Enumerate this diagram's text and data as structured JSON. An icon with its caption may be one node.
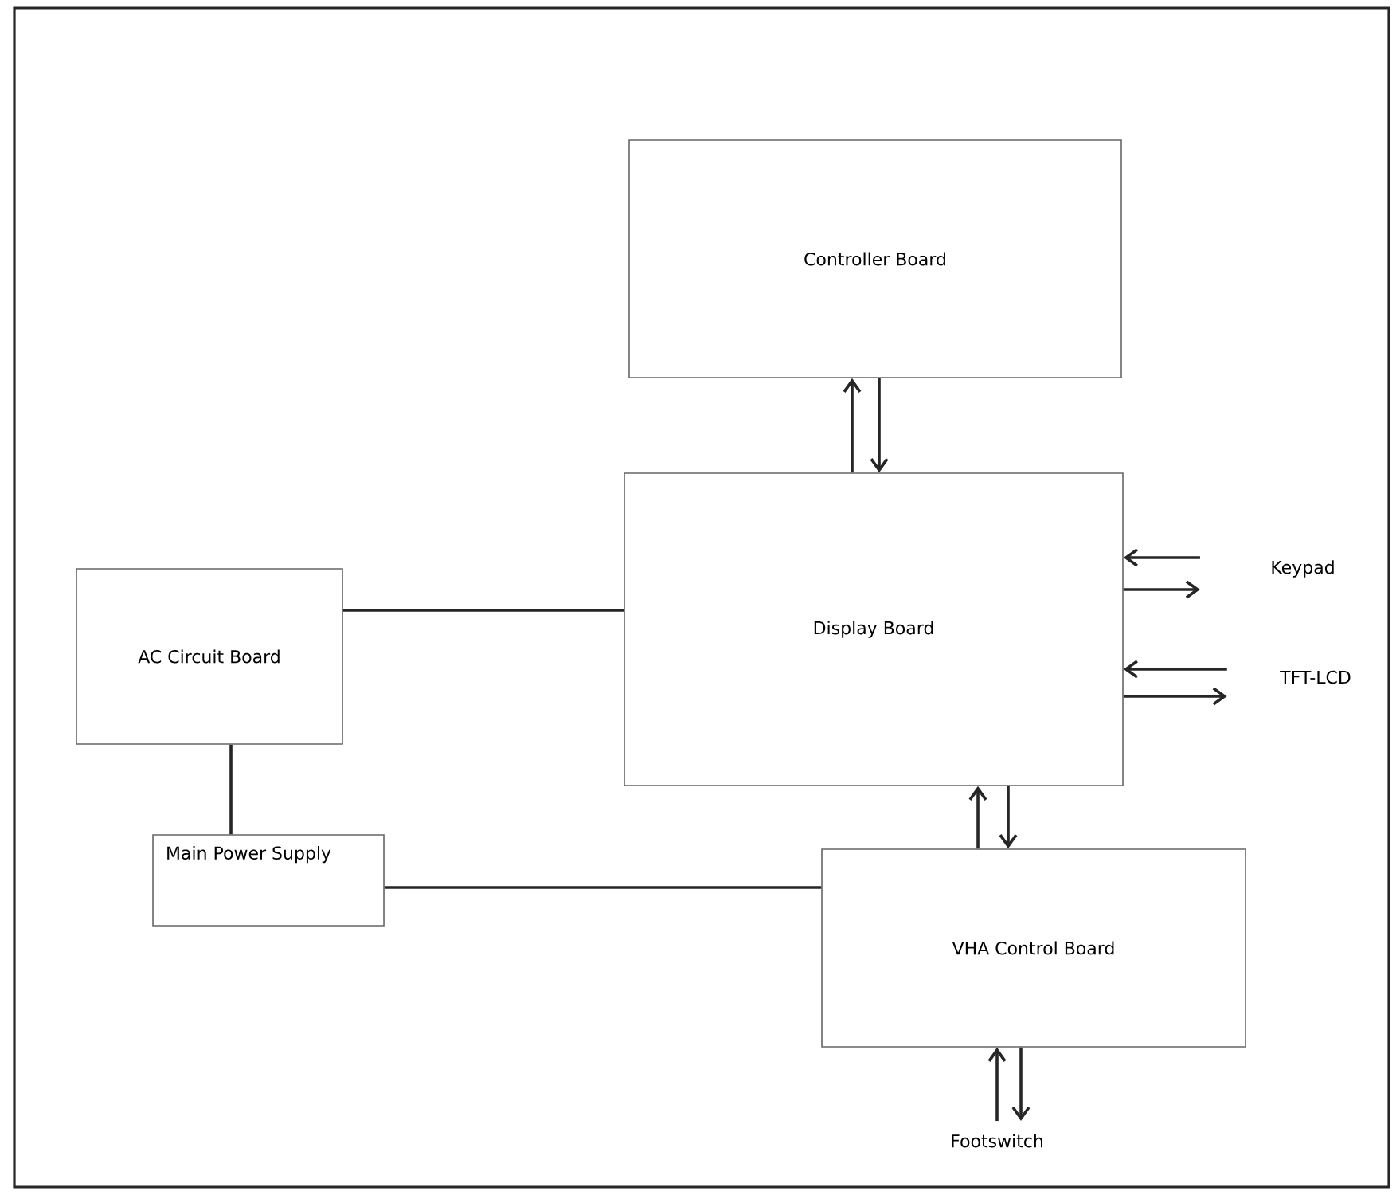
{
  "diagram": {
    "nodes": [
      {
        "text": [
          "Controller Board"
        ]
      },
      {
        "text": [
          "Display Board"
        ]
      },
      {
        "text": [
          "Keypad"
        ]
      },
      {
        "text": [
          "TFT-LCD"
        ]
      },
      {
        "text": [
          "AC Circuit Board"
        ]
      },
      {
        "text": [
          "Main Power Supply"
        ]
      },
      {
        "text": [
          "VHA Control Board"
        ]
      },
      {
        "text": [
          "Footswitch"
        ]
      }
    ],
    "edges": [
      {
        "from": 1,
        "to": 0,
        "arrow": "to"
      },
      {
        "from": 0,
        "to": 1,
        "arrow": "to"
      },
      {
        "from": 2,
        "to": 1,
        "arrow": "to"
      },
      {
        "from": 1,
        "to": 2,
        "arrow": "to"
      },
      {
        "from": 3,
        "to": 1,
        "arrow": "to"
      },
      {
        "from": 1,
        "to": 3,
        "arrow": "to"
      },
      {
        "from": 4,
        "to": 1,
        "arrow": "none"
      },
      {
        "from": 4,
        "to": 5,
        "arrow": "none"
      },
      {
        "from": 5,
        "to": 6,
        "arrow": "none"
      },
      {
        "from": 6,
        "to": 1,
        "arrow": "to"
      },
      {
        "from": 1,
        "to": 6,
        "arrow": "to"
      },
      {
        "from": 7,
        "to": 6,
        "arrow": "to"
      },
      {
        "from": 6,
        "to": 7,
        "arrow": "to"
      }
    ]
  }
}
